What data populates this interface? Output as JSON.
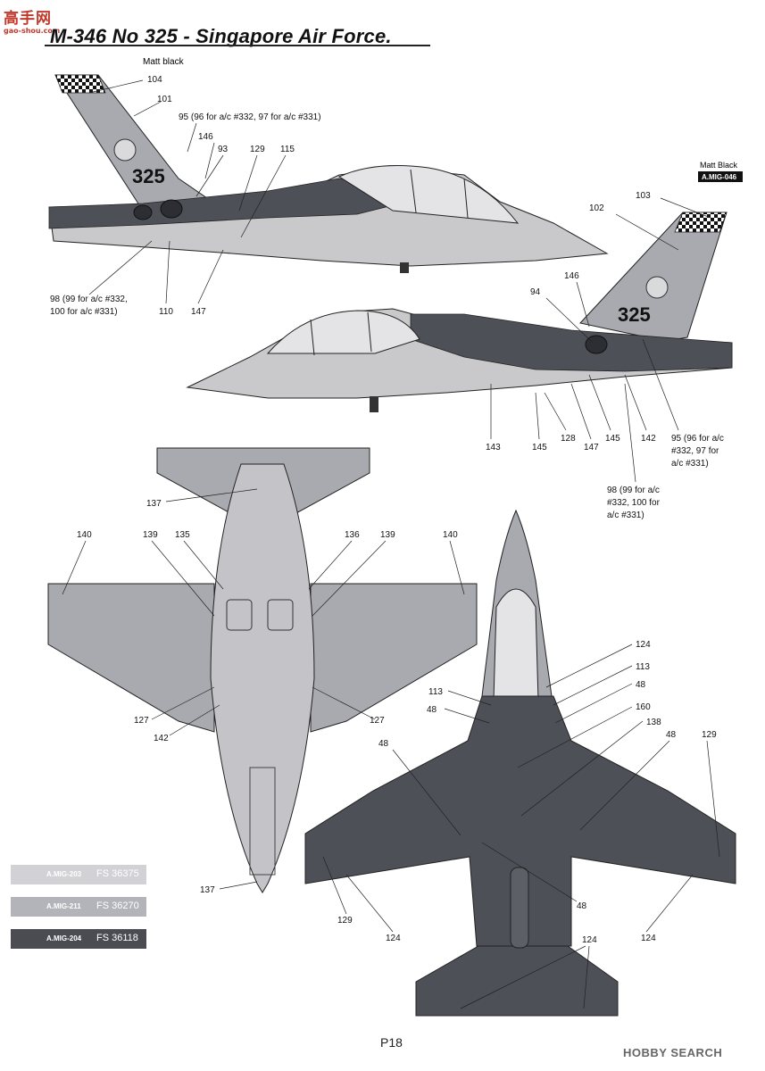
{
  "header": {
    "title": "M-346  No 325 - Singapore Air Force.",
    "logo_text": "高手网",
    "logo_url": "gao-shou.com"
  },
  "colors": {
    "light_grey": "#c9c9cc",
    "medium_grey": "#a9aab0",
    "dark_grey": "#4d5056",
    "ink": "#111111"
  },
  "side_profile_top": {
    "aircraft_number": "325",
    "note_matt_black": "Matt black",
    "callouts": [
      "104",
      "101",
      "95 (96 for a/c #332, 97 for a/c #331)",
      "146",
      "93",
      "129",
      "115"
    ],
    "bottom_callouts": [
      "98 (99 for a/c #332,",
      "100 for a/c #331)",
      "110",
      "147"
    ]
  },
  "side_profile_bottom": {
    "aircraft_number": "325",
    "note_matt_black": "Matt Black",
    "paint_code": "A.MIG-046",
    "callouts": [
      "103",
      "102",
      "146",
      "94"
    ],
    "bottom_callouts": [
      "143",
      "145",
      "128",
      "147",
      "145",
      "142"
    ],
    "note_95": [
      "95 (96 for a/c",
      "#332, 97 for",
      "a/c #331)"
    ],
    "note_98": [
      "98 (99 for a/c",
      "#332, 100 for",
      "a/c #331)"
    ]
  },
  "underside_view": {
    "callouts": [
      "137",
      "140",
      "139",
      "135",
      "136",
      "139",
      "140",
      "127",
      "142",
      "127",
      "137"
    ]
  },
  "top_view": {
    "callouts": [
      "124",
      "113",
      "48",
      "113",
      "48",
      "160",
      "138",
      "48",
      "129",
      "48",
      "129",
      "124",
      "48",
      "124",
      "124"
    ]
  },
  "paint_legend": [
    {
      "code": "A.MIG-203",
      "fs": "FS 36375"
    },
    {
      "code": "A.MIG-211",
      "fs": "FS 36270"
    },
    {
      "code": "A.MIG-204",
      "fs": "FS 36118"
    }
  ],
  "footer": {
    "page": "P18",
    "watermark": "HOBBY SEARCH"
  }
}
